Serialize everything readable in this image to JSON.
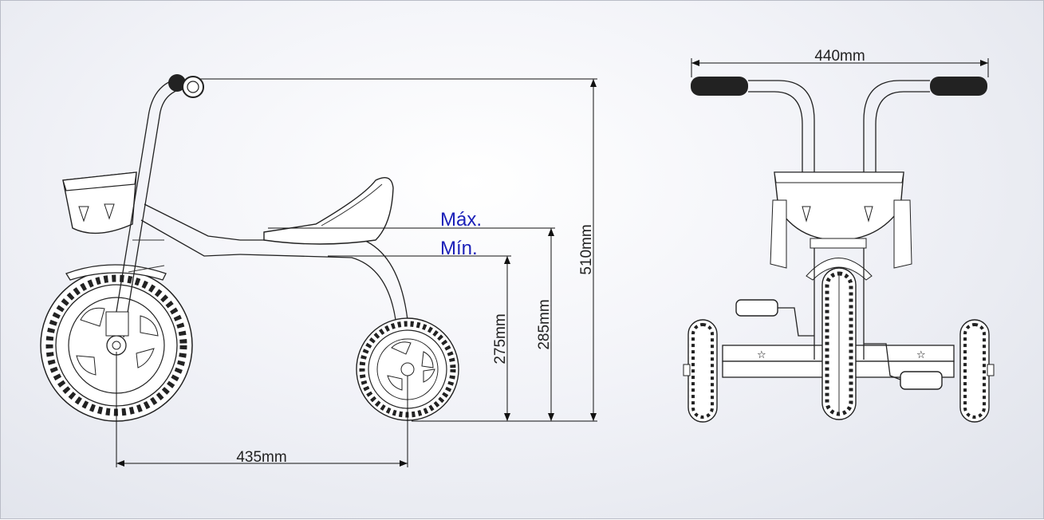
{
  "dimensions": {
    "wheelbase": "435mm",
    "total_height": "510mm",
    "seat_max_height": "285mm",
    "seat_min_height": "275mm",
    "handlebar_width": "440mm"
  },
  "seat_labels": {
    "max": "Máx.",
    "min": "Mín."
  },
  "colors": {
    "line": "#222222",
    "adjustment_label": "#1a1fb8",
    "background": "#eef0f5"
  }
}
